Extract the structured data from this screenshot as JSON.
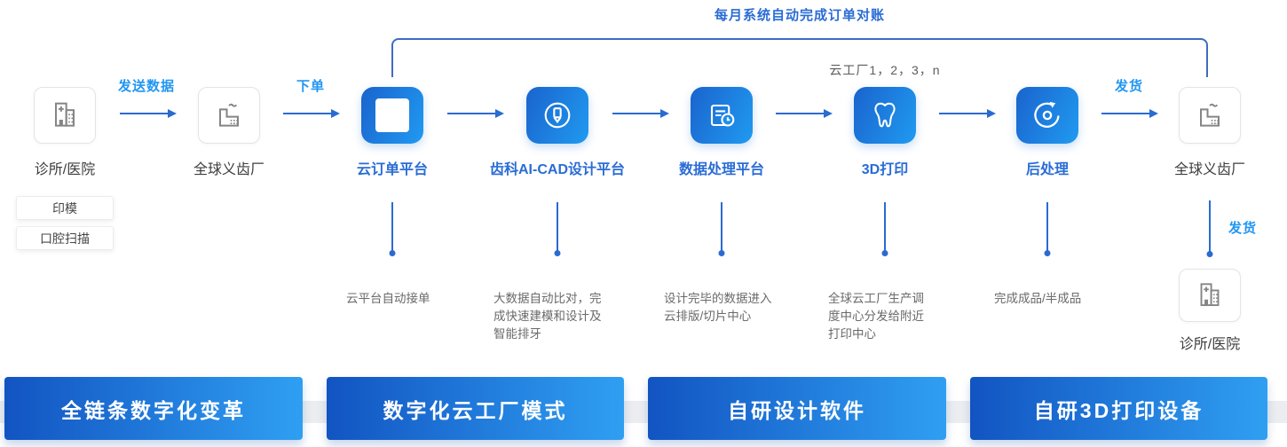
{
  "top": {
    "reconciliation_label": "每月系统自动完成订单对账",
    "cloud_factories_label": "云工厂1，2，3，n"
  },
  "nodes": {
    "clinic_start": "诊所/医院",
    "factory_start": "全球义齿厂",
    "cloud_order": "云订单平台",
    "ai_cad": "齿科AI-CAD设计平台",
    "data_platform": "数据处理平台",
    "print_3d": "3D打印",
    "post_process": "后处理",
    "factory_end": "全球义齿厂",
    "clinic_end": "诊所/医院"
  },
  "edge_labels": {
    "send_data": "发送数据",
    "place_order": "下单",
    "ship_top": "发货",
    "ship_right": "发货"
  },
  "clinic_inputs": {
    "impression": "印模",
    "oral_scan": "口腔扫描"
  },
  "notes": {
    "cloud_order": "云平台自动接单",
    "ai_cad": "大数据自动比对，完成快速建模和设计及智能排牙",
    "data_platform": "设计完毕的数据进入云排版/切片中心",
    "print_3d": "全球云工厂生产调度中心分发给附近打印中心",
    "post_process": "完成成品/半成品"
  },
  "bottom_bars": {
    "bar1": "全链条数字化变革",
    "bar2": "数字化云工厂模式",
    "bar3": "自研设计软件",
    "bar4": "自研3D打印设备"
  },
  "colors": {
    "line_blue": "#2a6bd2",
    "flow_label_blue": "#2196f3",
    "node_label_blue": "#2a6cd5",
    "icon_gradient_start": "#1a64cd",
    "icon_gradient_end": "#209af1",
    "bar_gradient_start": "#1254c2",
    "bar_gradient_end": "#2f9ff2",
    "text_dark": "#3d3d3d",
    "text_gray": "#6a6a6a"
  }
}
